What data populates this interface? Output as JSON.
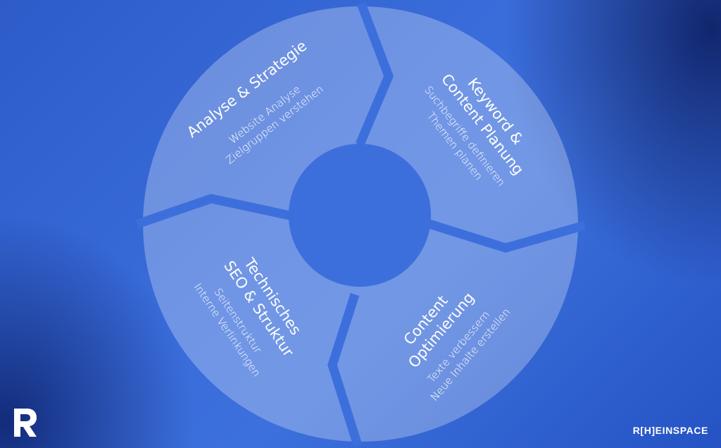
{
  "diagram": {
    "type": "cycle",
    "segments": [
      {
        "id": "analyse",
        "title_lines": [
          "Analyse & Strategie"
        ],
        "sub_lines": [
          "Website Analyse",
          "Zielgruppen verstehen"
        ]
      },
      {
        "id": "keyword",
        "title_lines": [
          "Keyword &",
          "Content Planung"
        ],
        "sub_lines": [
          "Suchbegriffe definieren",
          "Themen planen"
        ]
      },
      {
        "id": "content",
        "title_lines": [
          "Content",
          "Optimierung"
        ],
        "sub_lines": [
          "Texte verbessern",
          "Neue Inhalte erstellen"
        ]
      },
      {
        "id": "technik",
        "title_lines": [
          "Technisches",
          "SEO & Struktur"
        ],
        "sub_lines": [
          "Seitenstruktur",
          "Interne Verlinkungen"
        ]
      }
    ]
  },
  "brand": {
    "logo_icon": "r-logo-icon",
    "name": "R[H]EINSPACE"
  },
  "colors": {
    "background": "#3a6ddb",
    "segment_fill": "#ffffff",
    "separator": "#3d6fdc",
    "text": "#ffffff"
  }
}
